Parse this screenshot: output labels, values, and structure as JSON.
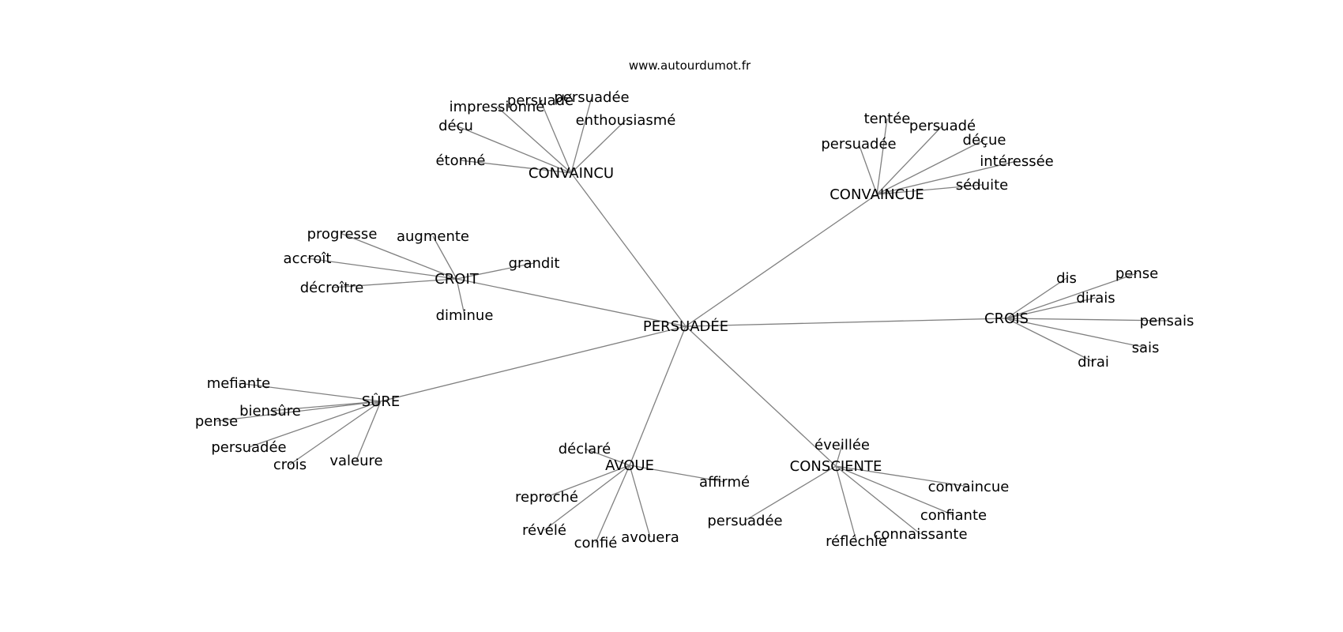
{
  "site_url": "www.autourdumot.fr",
  "center_word": "PERSUADÉE",
  "groups": [
    {
      "word": "CONVAINCU",
      "neighbors": [
        "étonné",
        "déçu",
        "impressionné",
        "persuadé",
        "persuadée",
        "enthousiasmé"
      ]
    },
    {
      "word": "CONVAINCUE",
      "neighbors": [
        "persuadée",
        "tentée",
        "persuadé",
        "déçue",
        "intéressée",
        "séduite"
      ]
    },
    {
      "word": "CROIT",
      "neighbors": [
        "progresse",
        "augmente",
        "accroît",
        "grandit",
        "décroître",
        "diminue"
      ]
    },
    {
      "word": "CROIS",
      "neighbors": [
        "dis",
        "pense",
        "dirais",
        "pensais",
        "sais",
        "dirai"
      ]
    },
    {
      "word": "SÛRE",
      "neighbors": [
        "mefiante",
        "biensûre",
        "pense",
        "persuadée",
        "crois",
        "valeure"
      ]
    },
    {
      "word": "AVOUE",
      "neighbors": [
        "déclaré",
        "affirmé",
        "reproché",
        "révélé",
        "confié",
        "avouera"
      ]
    },
    {
      "word": "CONSCIENTE",
      "neighbors": [
        "éveillée",
        "convaincue",
        "confiante",
        "persuadée",
        "réfléchie",
        "connaissante"
      ]
    }
  ]
}
